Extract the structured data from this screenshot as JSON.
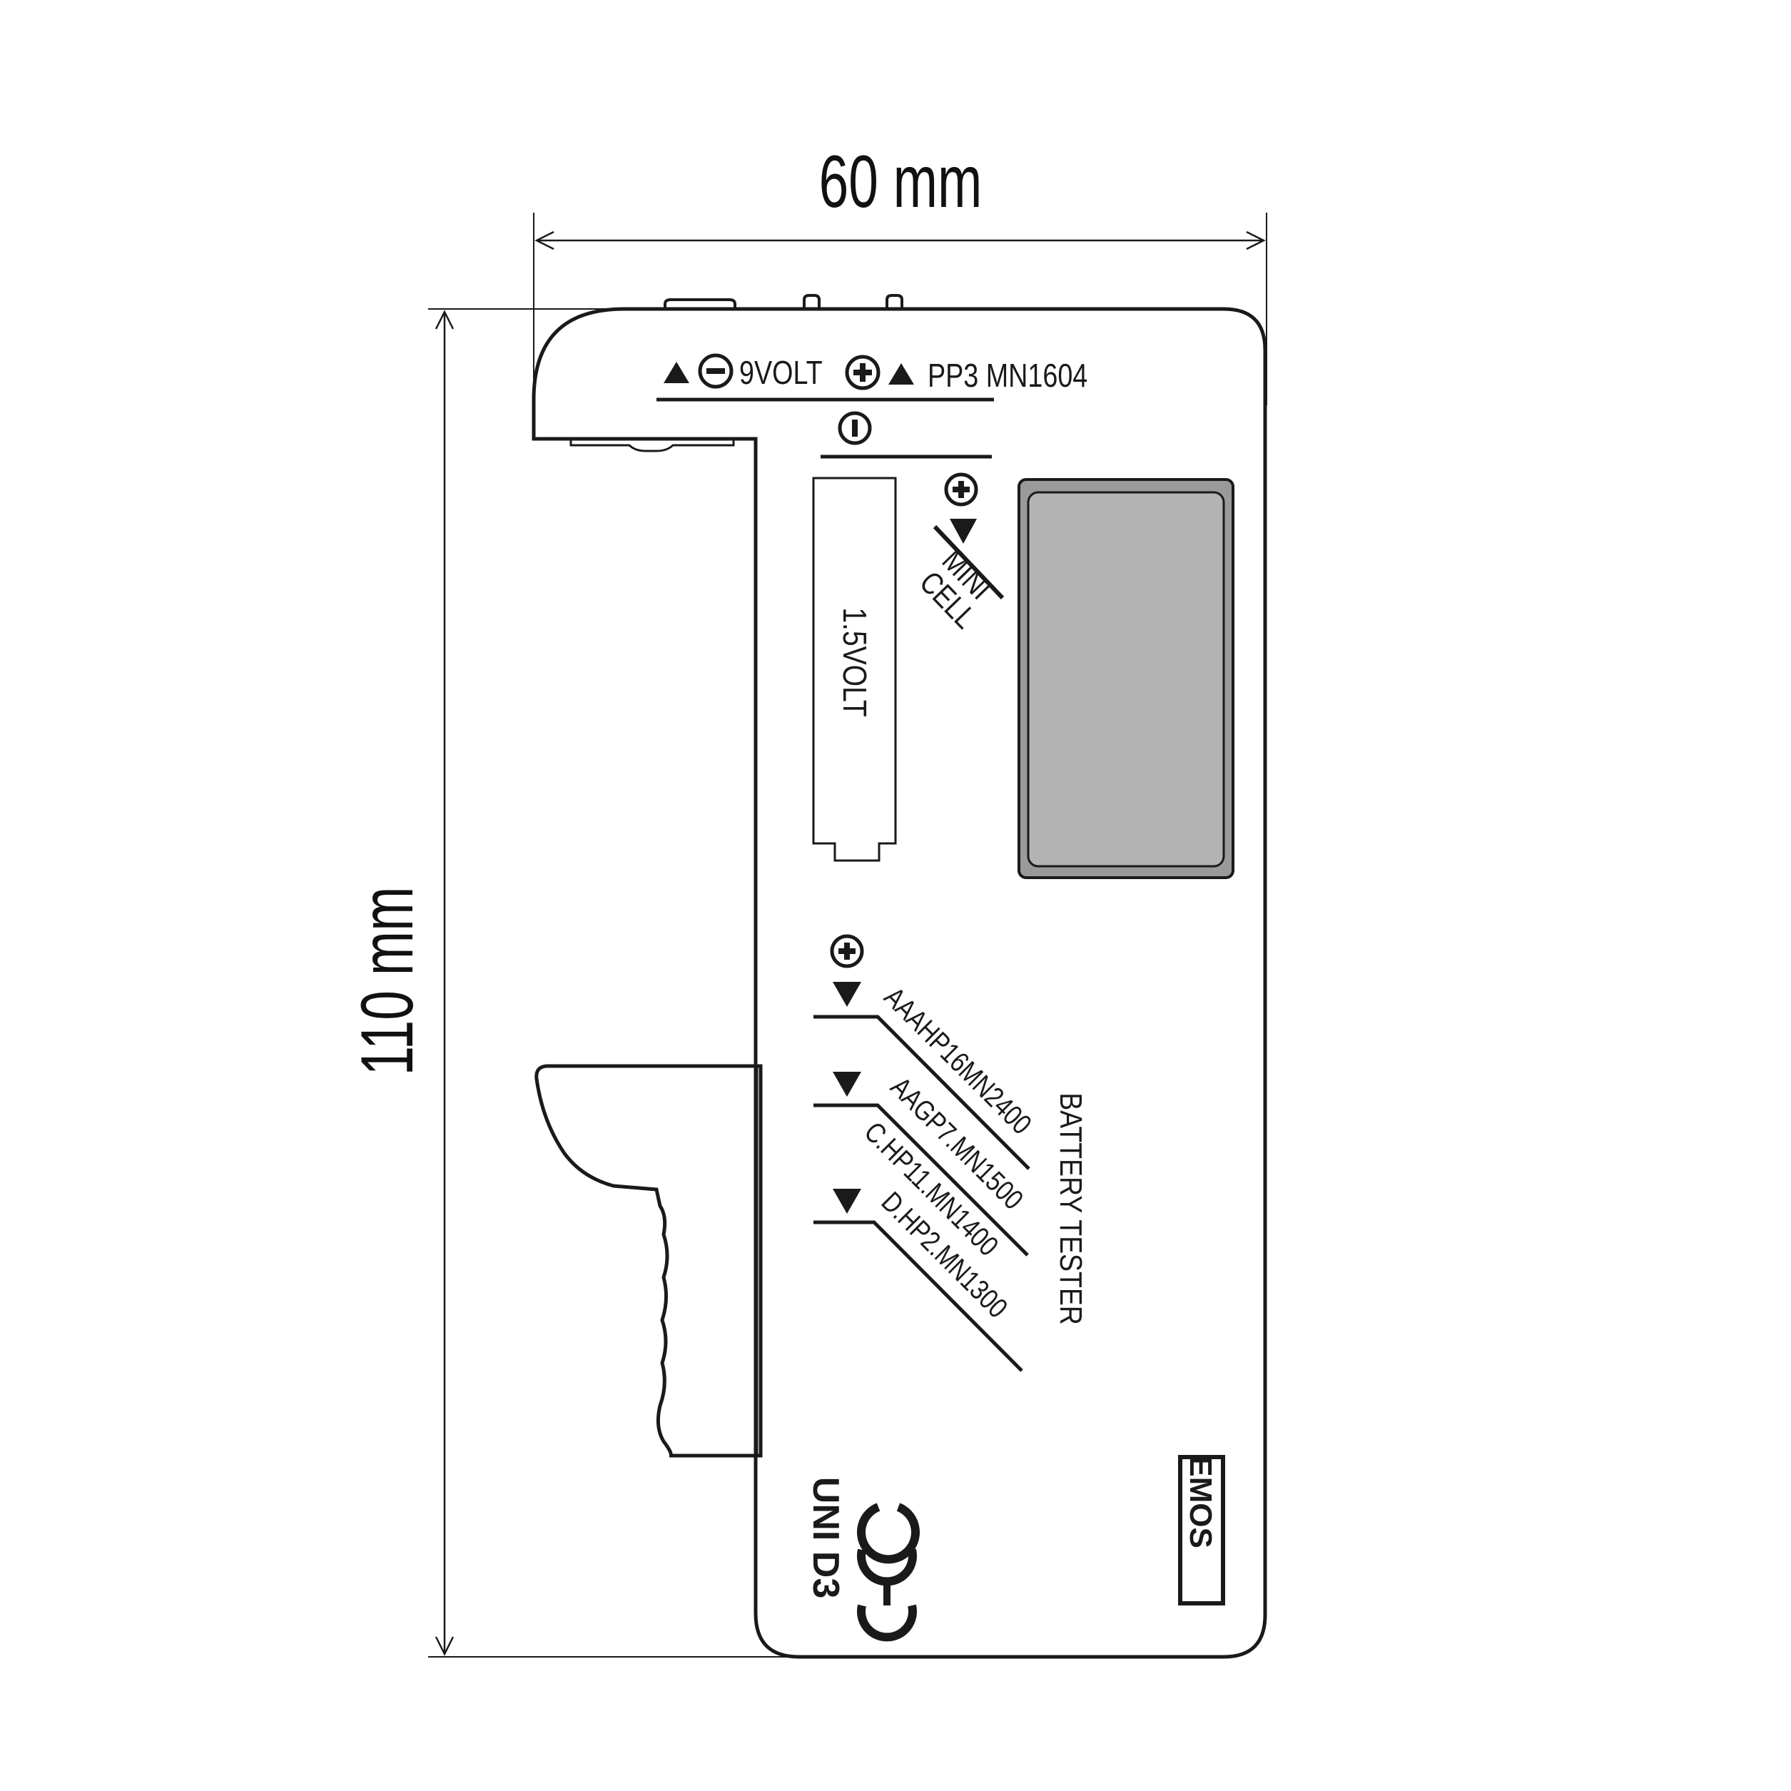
{
  "dimensions": {
    "width_label": "60 mm",
    "height_label": "110 mm"
  },
  "top_strip": {
    "voltage_label": "9VOLT",
    "model_label": "PP3 MN1604"
  },
  "cell_slot": {
    "label": "1.5VOLT"
  },
  "mini_cell": {
    "line1": "MINI",
    "line2": "CELL"
  },
  "product": {
    "title": "BATTERY TESTER",
    "model": "UNI D3",
    "brand": "EMOS"
  },
  "battery_types": [
    {
      "label": "AAAHP16MN2400"
    },
    {
      "label": "AAGP7.MN1500"
    },
    {
      "label": "C.HP11.MN1400"
    },
    {
      "label": "D.HP2.MN1300"
    }
  ],
  "display": {
    "color": "#b3b3b3",
    "frame_color": "#9a9a9a"
  },
  "icons": [
    "arrow-up-icon",
    "minus-circle-icon",
    "plus-circle-icon",
    "arrow-down-icon",
    "ce-mark-icon"
  ]
}
